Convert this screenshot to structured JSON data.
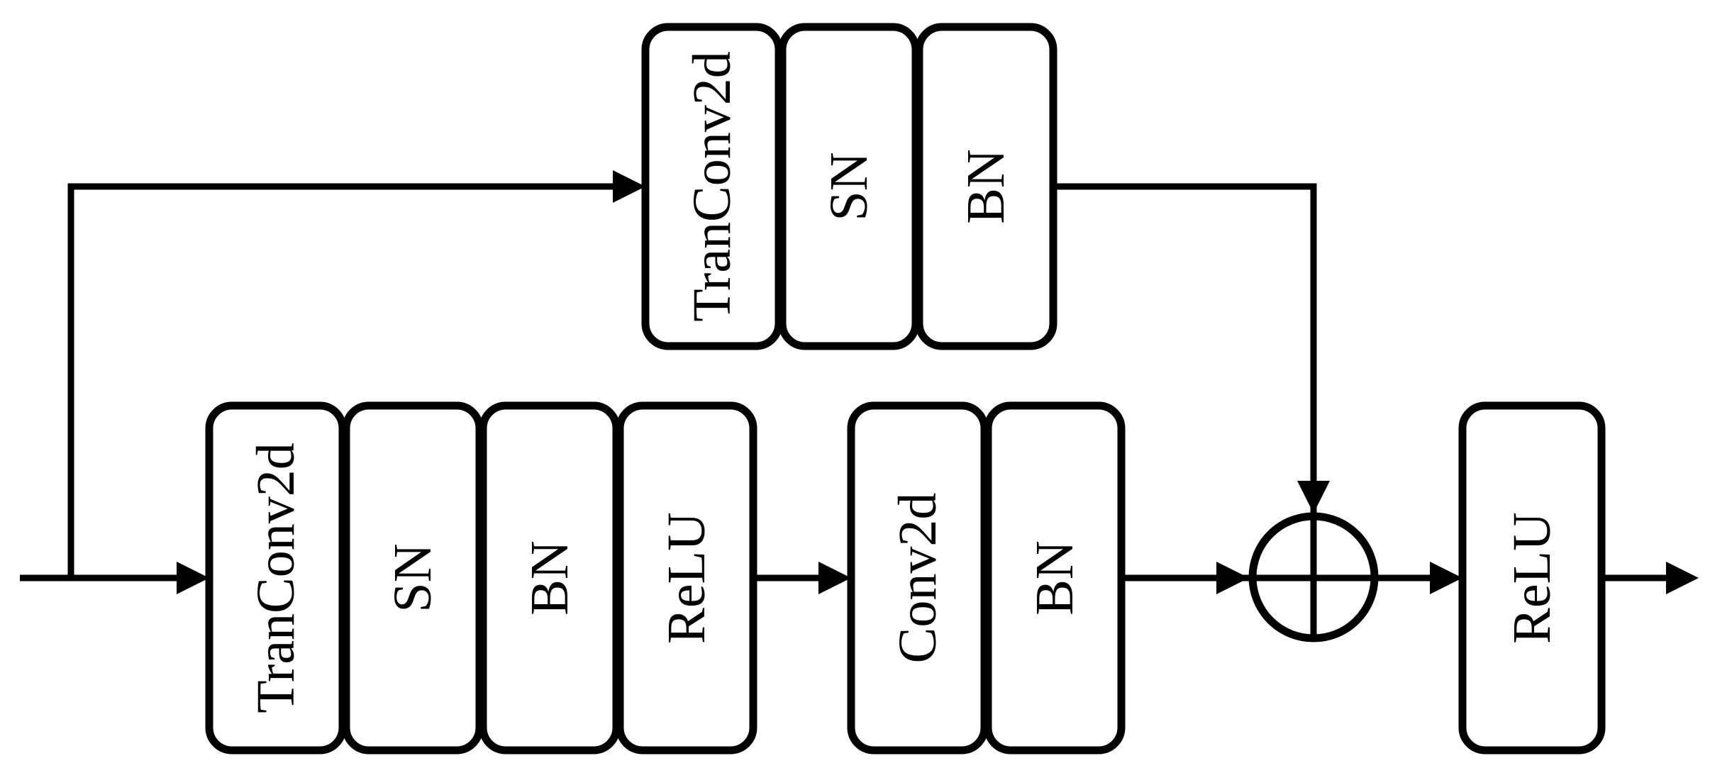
{
  "diagram": {
    "type": "neural-network-block-diagram",
    "colors": {
      "stroke": "#000000",
      "fill": "#ffffff",
      "background": "#ffffff"
    },
    "skip_branch": {
      "blocks": [
        {
          "label": "TranConv2d"
        },
        {
          "label": "SN"
        },
        {
          "label": "BN"
        }
      ]
    },
    "main_branch": {
      "stage1": [
        {
          "label": "TranConv2d"
        },
        {
          "label": "SN"
        },
        {
          "label": "BN"
        },
        {
          "label": "ReLU"
        }
      ],
      "stage2": [
        {
          "label": "Conv2d"
        },
        {
          "label": "BN"
        }
      ]
    },
    "merge": {
      "operation": "add",
      "symbol": "⊕"
    },
    "output_block": {
      "label": "ReLU"
    }
  }
}
